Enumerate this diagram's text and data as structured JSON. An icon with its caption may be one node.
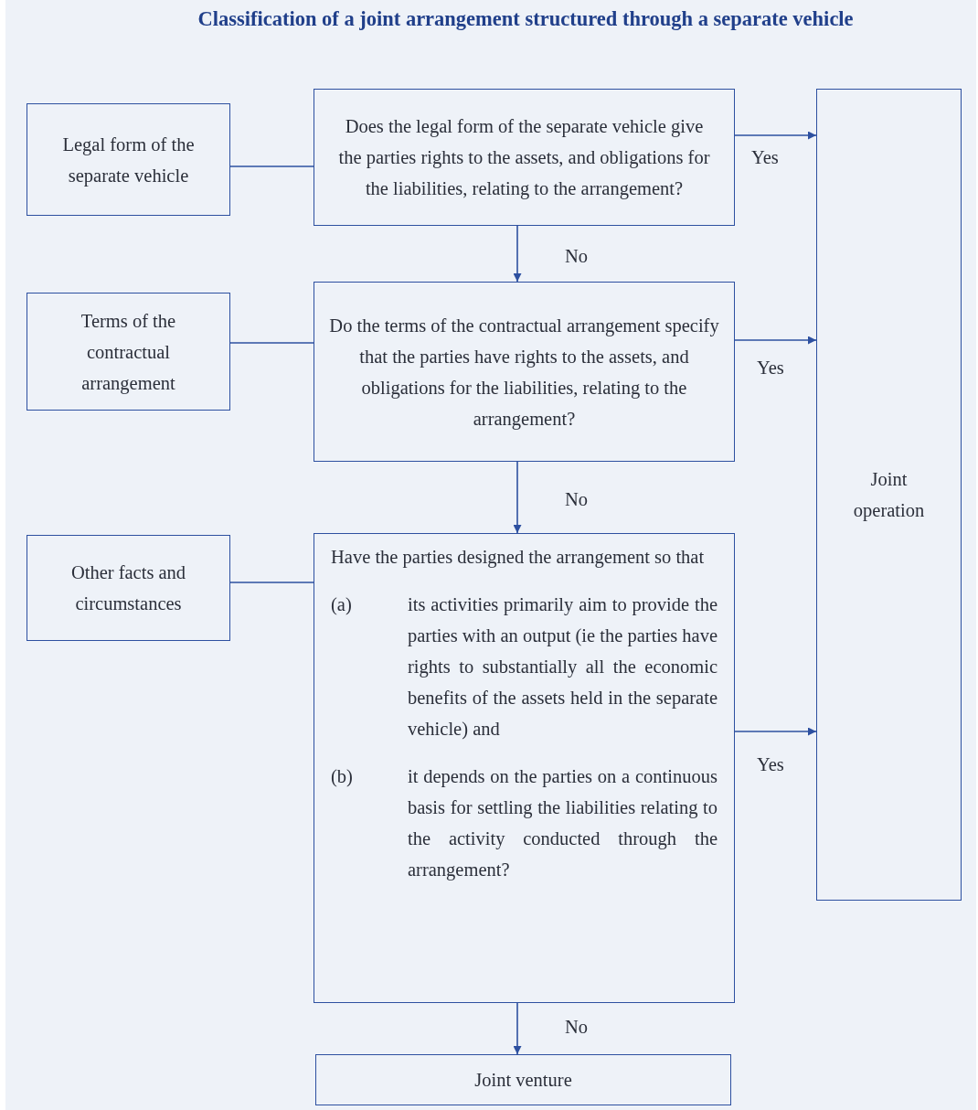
{
  "diagram": {
    "title": "Classification of a joint arrangement structured through a separate vehicle",
    "nodes": [
      {
        "text": [
          "Legal form of the separate vehicle"
        ]
      },
      {
        "text": [
          "Does the legal form of the separate vehicle give the parties rights to the assets, and obligations for the liabilities, relating to the arrangement?"
        ]
      },
      {
        "text": [
          "Terms of the contractual arrangement"
        ]
      },
      {
        "text": [
          "Do the terms of the contractual arrangement specify that the parties have rights to the assets, and obligations for the liabilities, relating to the arrangement?"
        ]
      },
      {
        "text": [
          "Other facts and circumstances"
        ]
      },
      {
        "text": [
          "Have the parties designed the arrangement so that",
          "(a)",
          "its activities primarily aim to provide the parties with an output (ie the parties have rights to substantially all the economic benefits of the assets held in the separate vehicle) and",
          "(b)",
          "it depends on the parties on a continuous basis for settling the liabilities relating to the activity conducted through the arrangement?"
        ]
      },
      {
        "text": [
          "Joint operation"
        ]
      },
      {
        "text": [
          "Joint venture"
        ]
      }
    ],
    "edges": [
      {
        "from": 0,
        "to": 1,
        "arrow": "none"
      },
      {
        "from": 2,
        "to": 3,
        "arrow": "none"
      },
      {
        "from": 4,
        "to": 5,
        "arrow": "none"
      },
      {
        "from": 1,
        "to": 6,
        "arrow": "to",
        "label": "Yes"
      },
      {
        "from": 1,
        "to": 3,
        "arrow": "to",
        "label": "No"
      },
      {
        "from": 3,
        "to": 6,
        "arrow": "to",
        "label": "Yes"
      },
      {
        "from": 3,
        "to": 5,
        "arrow": "to",
        "label": "No"
      },
      {
        "from": 5,
        "to": 6,
        "arrow": "to",
        "label": "Yes"
      },
      {
        "from": 5,
        "to": 7,
        "arrow": "to",
        "label": "No"
      }
    ]
  }
}
